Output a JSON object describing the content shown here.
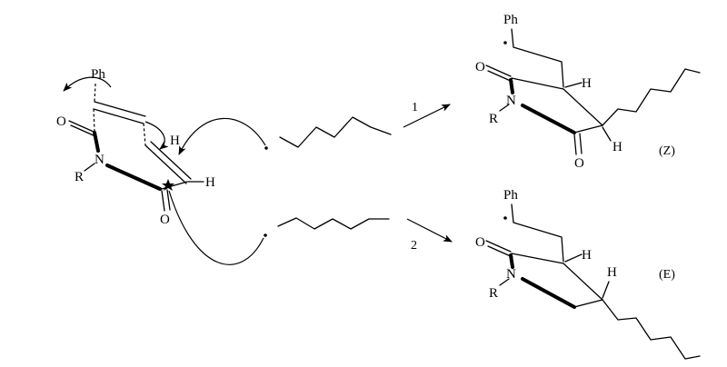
{
  "reactant": {
    "labels": {
      "ph": "Ph",
      "o_top": "O",
      "n": "N",
      "r": "R",
      "h_ring": "H",
      "h_vinyl": "H",
      "o_bottom": "O"
    }
  },
  "paths": [
    {
      "step": "1"
    },
    {
      "step": "2"
    }
  ],
  "product_z": {
    "descriptor": "(Z)",
    "labels": {
      "ph": "Ph",
      "o_top": "O",
      "n": "N",
      "r": "R",
      "h_a": "H",
      "h_b": "H",
      "o_bottom": "O"
    }
  },
  "product_e": {
    "descriptor": "(E)",
    "labels": {
      "ph": "Ph",
      "o_top": "O",
      "n": "N",
      "r": "R",
      "h_a": "H",
      "h_b": "H"
    }
  }
}
